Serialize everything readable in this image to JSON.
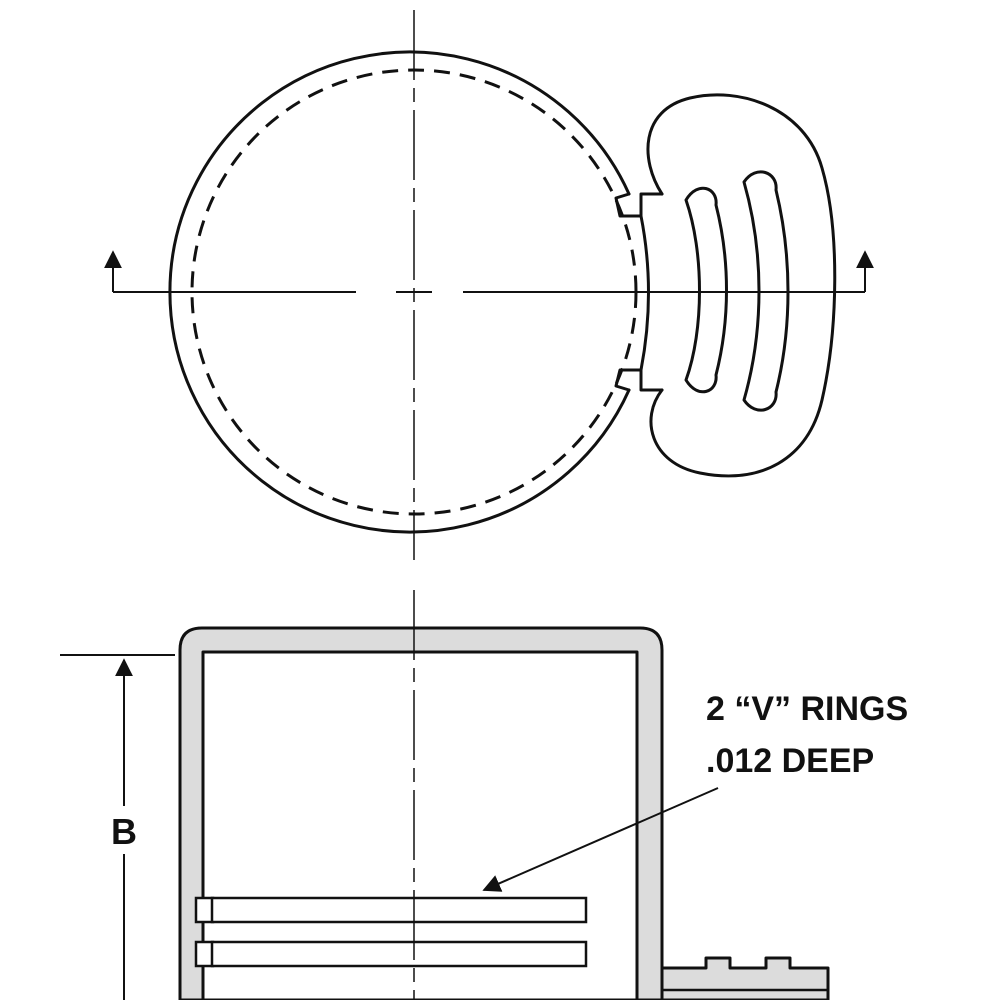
{
  "labels": {
    "dimension_b": "B",
    "note_line1": "2 “V” RINGS",
    "note_line2": ".012 DEEP"
  },
  "colors": {
    "line": "#111111",
    "wall_fill": "#dcdcdc",
    "background": "#ffffff"
  }
}
